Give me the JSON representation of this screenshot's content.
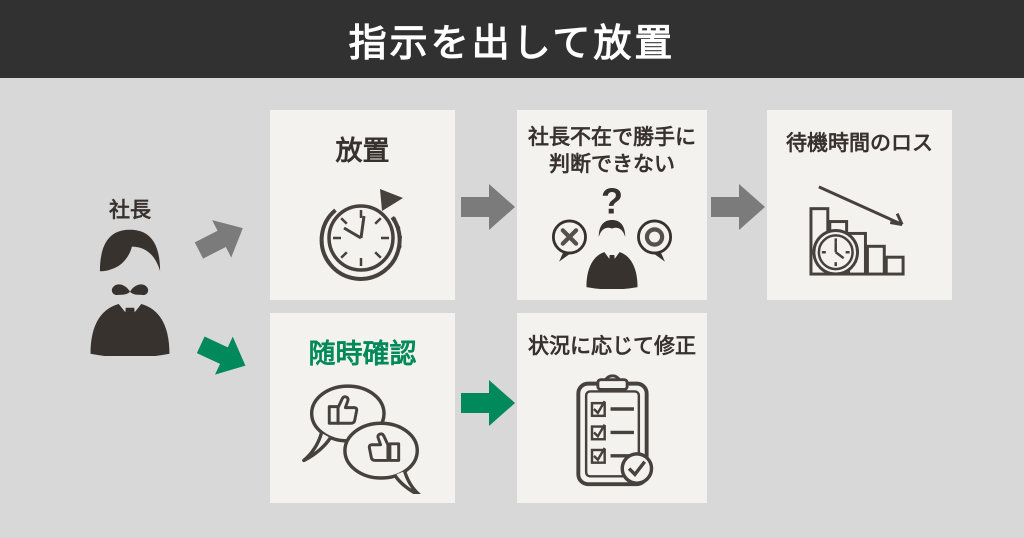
{
  "title": "指示を出して放置",
  "actor": {
    "label": "社長",
    "icon": "boss-icon"
  },
  "colors": {
    "header_bg": "#313131",
    "title_text": "#ffffff",
    "page_bg": "#d8d8d8",
    "card_bg": "#f4f2ee",
    "dark_text": "#38322f",
    "gray_arrow": "#7b7b7b",
    "green": "#00895a"
  },
  "top_flow": {
    "cards": [
      {
        "label": "放置",
        "icon": "elapsed-time-clock-icon"
      },
      {
        "label": "社長不在で勝手に\n判断できない",
        "icon": "confused-worker-icon"
      },
      {
        "label": "待機時間のロス",
        "icon": "declining-chart-clock-icon"
      }
    ]
  },
  "bottom_flow": {
    "cards": [
      {
        "label": "随時確認",
        "icon": "thumbs-up-chat-icon"
      },
      {
        "label": "状況に応じて修正",
        "icon": "checklist-clipboard-icon"
      }
    ]
  }
}
